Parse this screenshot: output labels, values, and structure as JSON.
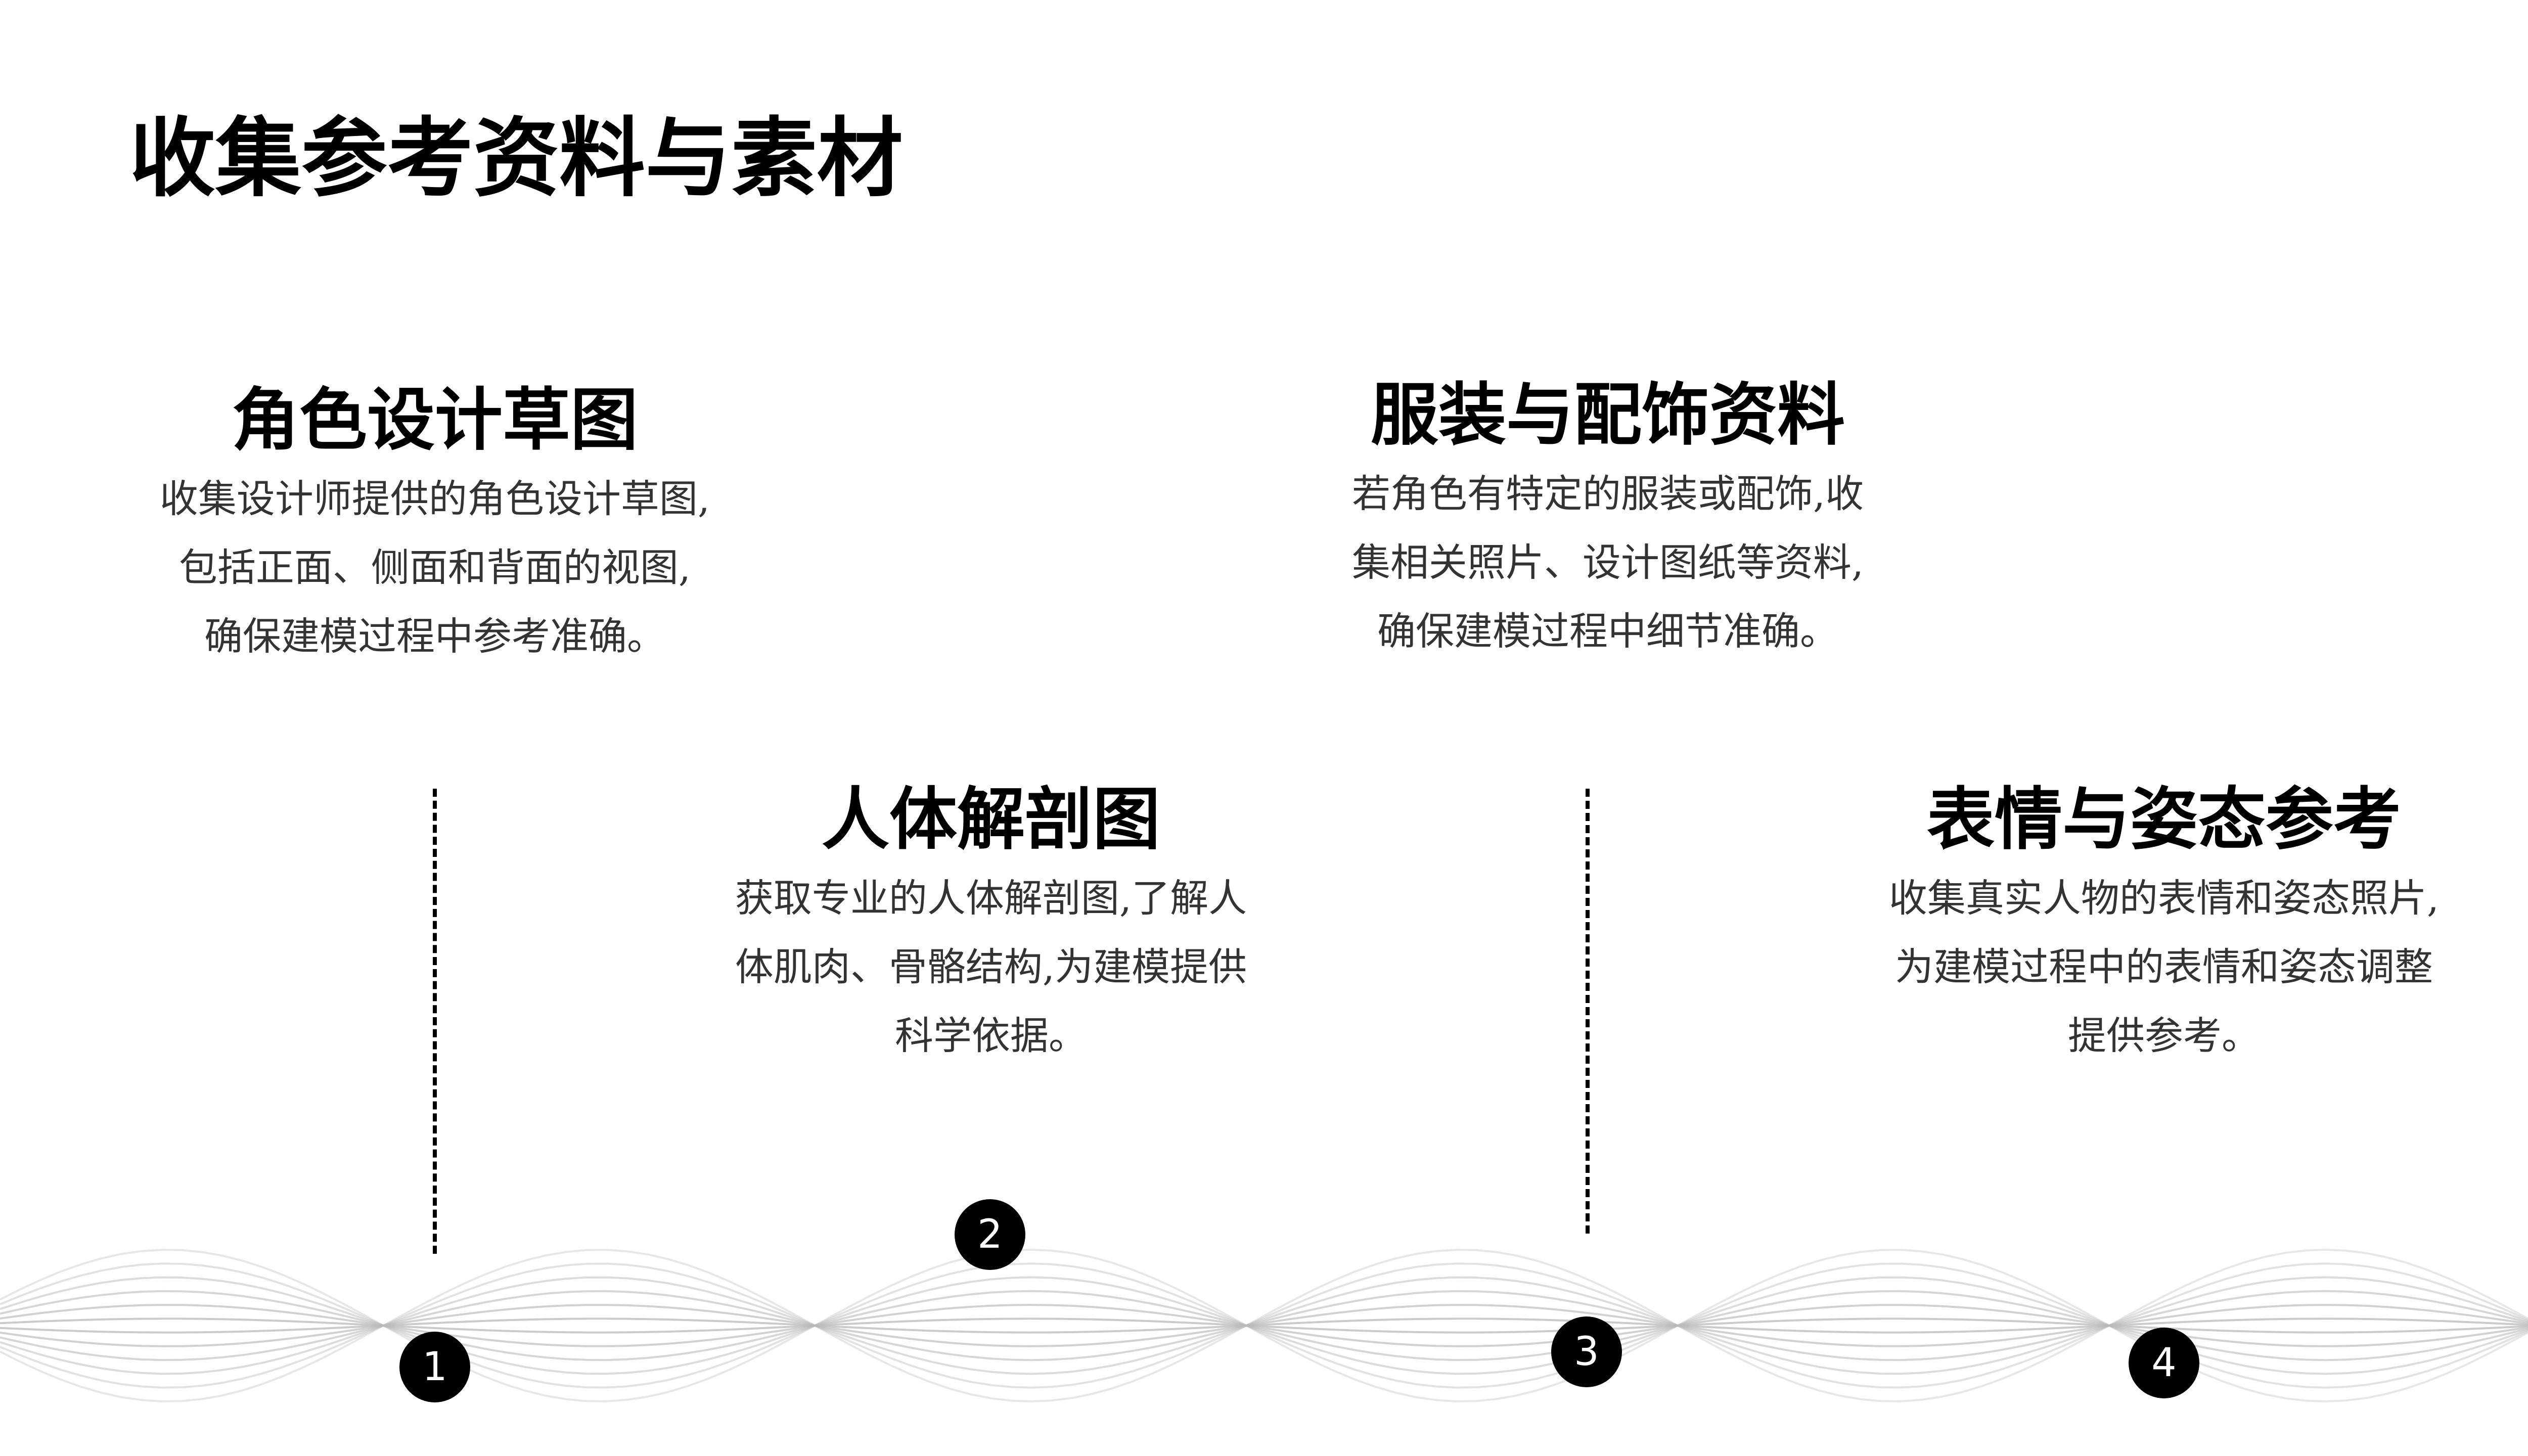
{
  "slide": {
    "title": "收集参考资料与素材"
  },
  "cards": [
    {
      "title": "角色设计草图",
      "lines": [
        "收集设计师提供的角色设计草图,",
        "包括正面、侧面和背面的视图,",
        "确保建模过程中参考准确。"
      ]
    },
    {
      "title": "服装与配饰资料",
      "lines": [
        "若角色有特定的服装或配饰,收",
        "集相关照片、设计图纸等资料,",
        "确保建模过程中细节准确。"
      ]
    },
    {
      "title": "人体解剖图",
      "lines": [
        "获取专业的人体解剖图,了解人",
        "体肌肉、骨骼结构,为建模提供",
        "科学依据。"
      ]
    },
    {
      "title": "表情与姿态参考",
      "lines": [
        "收集真实人物的表情和姿态照片,",
        "为建模过程中的表情和姿态调整",
        "提供参考。"
      ]
    }
  ],
  "steps": [
    "1",
    "2",
    "3",
    "4"
  ],
  "colors": {
    "text": "#000000",
    "body_text": "#333333",
    "background": "#ffffff",
    "wave_lines": "#bbbbbb",
    "step_fill": "#000000",
    "step_text": "#ffffff"
  }
}
